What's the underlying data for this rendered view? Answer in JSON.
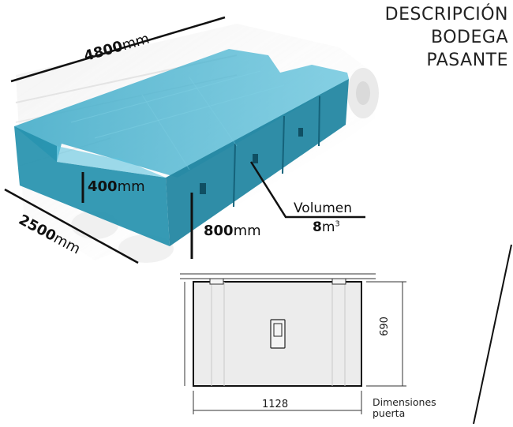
{
  "title": {
    "line1": "DESCRIPCIÓN",
    "line2": "BODEGA",
    "line3": "PASANTE"
  },
  "dimensions": {
    "length": {
      "value": "4800",
      "unit": "mm"
    },
    "width": {
      "value": "2500",
      "unit": "mm"
    },
    "inner_height": {
      "value": "400",
      "unit": "mm"
    },
    "outer_height": {
      "value": "800",
      "unit": "mm"
    }
  },
  "volume": {
    "label": "Volumen",
    "value": "8",
    "unit": "m",
    "exponent": "3"
  },
  "door": {
    "width": "1128",
    "height": "690",
    "caption_line1": "Dimensiones",
    "caption_line2": "puerta"
  },
  "colors": {
    "accent": "#2a9bb8",
    "accent_light": "#5ec3dd",
    "accent_dark": "#1b6f86",
    "door_fill": "#ececec"
  }
}
